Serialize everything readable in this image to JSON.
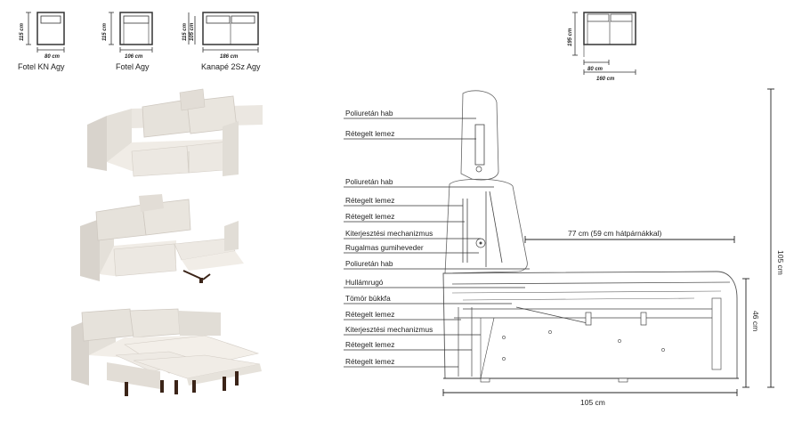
{
  "variants": [
    {
      "name": "Fotel KN Agy",
      "width": "80 cm",
      "height": "115 cm"
    },
    {
      "name": "Fotel Agy",
      "width": "106 cm",
      "height": "115 cm"
    },
    {
      "name": "Kanapé 2Sz Agy",
      "width": "186 cm",
      "height1": "115 cm",
      "height2": "105 cm"
    }
  ],
  "plan": {
    "depth": "195 cm",
    "width1": "80 cm",
    "width2": "160 cm"
  },
  "section": {
    "labels": [
      "Poliuretán hab",
      "Rétegelt lemez",
      "Poliuretán hab",
      "Rétegelt lemez",
      "Rétegelt lemez",
      "Kiterjesztési mechanizmus",
      "Rugalmas gumiheveder",
      "Poliuretán hab",
      "Hullámrugó",
      "Tömör bükkfa",
      "Rétegelt lemez",
      "Kiterjesztési mechanizmus",
      "Rétegelt lemez",
      "Rétegelt lemez"
    ],
    "dim_depth_label": "77 cm (59 cm hátpárnákkal)",
    "dim_height": "105 cm",
    "dim_seat": "46 cm",
    "dim_bottom": "105 cm"
  },
  "colors": {
    "line": "#333333",
    "fabric": "#e6e1da",
    "fabric_shade": "#cfc9c1",
    "leg": "#3b2418"
  }
}
